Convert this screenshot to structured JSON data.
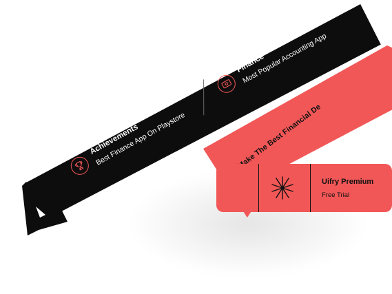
{
  "band": {
    "items": [
      {
        "title": "Achievements",
        "subtitle": "Best Finance App On Playstore",
        "icon": "trophy-icon"
      },
      {
        "title": "Finance",
        "subtitle": "Most Popular Accounting App",
        "icon": "money-card-icon"
      }
    ]
  },
  "red_ribbon": {
    "text": "Make The Best Financial De"
  },
  "ticket": {
    "title": "Uifry Premium",
    "subtitle": "Free Trial",
    "icon": "sparkle-star-icon"
  },
  "logo": {
    "icon": "letter-a-logo-icon"
  },
  "colors": {
    "accent": "#f25757",
    "band": "#0d0d0d",
    "text_light": "#ffffff",
    "text_dark": "#111111"
  }
}
